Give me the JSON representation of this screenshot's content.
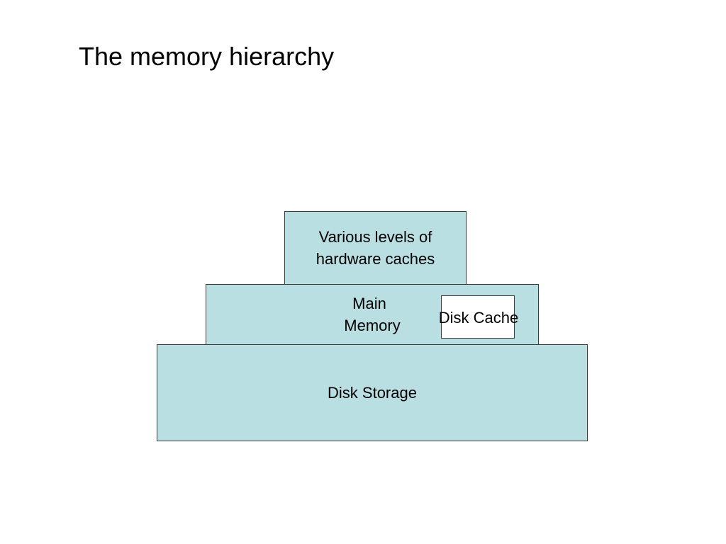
{
  "slide": {
    "title": "The memory hierarchy"
  },
  "diagram": {
    "levels": [
      {
        "id": "hardware-caches",
        "lines": [
          "Various levels of",
          "hardware caches"
        ]
      },
      {
        "id": "main-memory",
        "lines": [
          "Main",
          "Memory"
        ]
      },
      {
        "id": "disk-storage",
        "lines": [
          "Disk Storage"
        ]
      }
    ],
    "disk_cache": {
      "label": "Disk Cache"
    }
  },
  "colors": {
    "box_fill": "#b9dfe3",
    "disk_cache_fill": "#ffffff",
    "border": "#3a3a3a"
  }
}
